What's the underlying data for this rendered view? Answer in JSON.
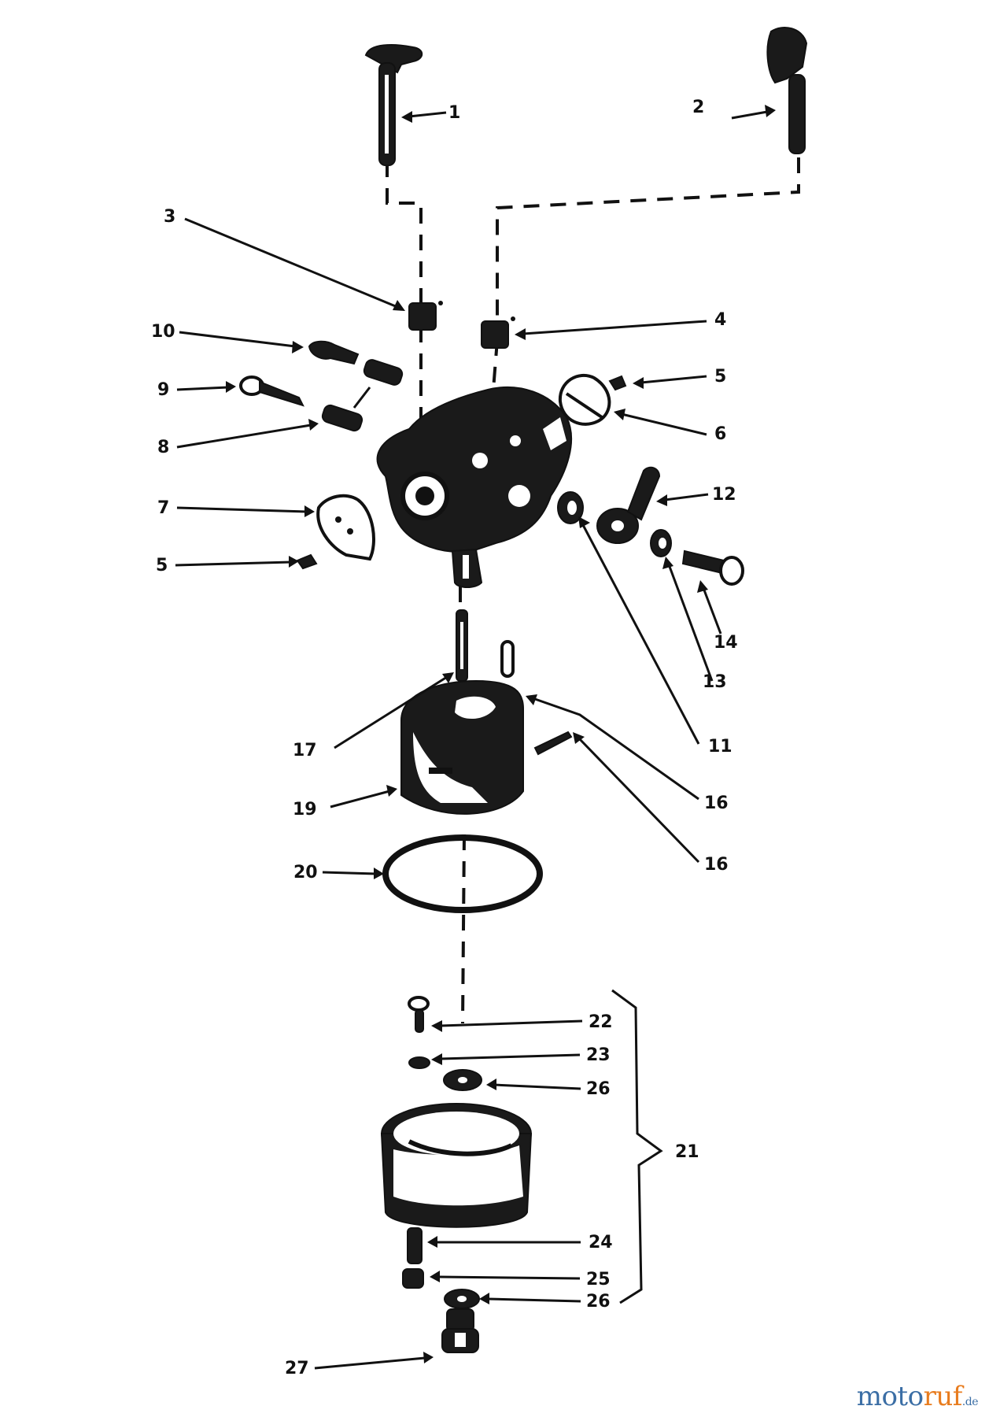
{
  "parts": [
    {
      "id": "p1",
      "label": "1"
    },
    {
      "id": "p2",
      "label": "2"
    },
    {
      "id": "p3",
      "label": "3"
    },
    {
      "id": "p4",
      "label": "4"
    },
    {
      "id": "p5a",
      "label": "5"
    },
    {
      "id": "p6",
      "label": "6"
    },
    {
      "id": "p10",
      "label": "10"
    },
    {
      "id": "p9",
      "label": "9"
    },
    {
      "id": "p8",
      "label": "8"
    },
    {
      "id": "p12",
      "label": "12"
    },
    {
      "id": "p7",
      "label": "7"
    },
    {
      "id": "p5b",
      "label": "5"
    },
    {
      "id": "p14",
      "label": "14"
    },
    {
      "id": "p13",
      "label": "13"
    },
    {
      "id": "p17",
      "label": "17"
    },
    {
      "id": "p11",
      "label": "11"
    },
    {
      "id": "p16a",
      "label": "16"
    },
    {
      "id": "p19",
      "label": "19"
    },
    {
      "id": "p16b",
      "label": "16"
    },
    {
      "id": "p20",
      "label": "20"
    },
    {
      "id": "p22",
      "label": "22"
    },
    {
      "id": "p23",
      "label": "23"
    },
    {
      "id": "p26a",
      "label": "26"
    },
    {
      "id": "p21",
      "label": "21"
    },
    {
      "id": "p24",
      "label": "24"
    },
    {
      "id": "p25",
      "label": "25"
    },
    {
      "id": "p26b",
      "label": "26"
    },
    {
      "id": "p27",
      "label": "27"
    }
  ],
  "watermark": {
    "main": "moto",
    "accent": "ruf",
    "tld": ".de"
  }
}
